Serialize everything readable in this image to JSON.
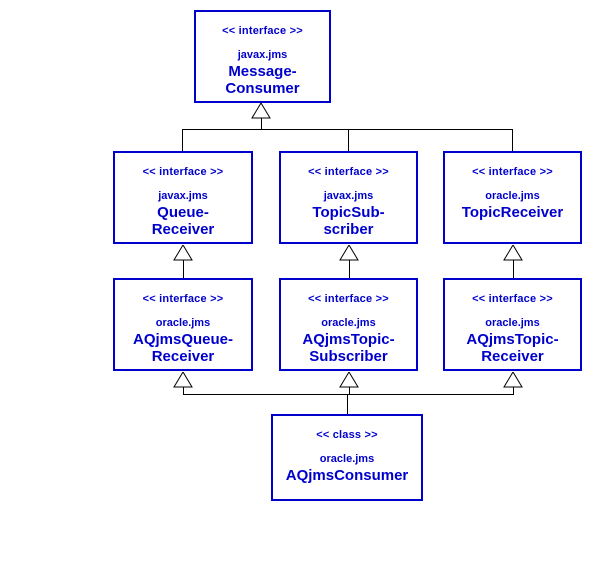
{
  "diagram": {
    "title": "JMS Message Consumer interface hierarchy",
    "type": "uml-class-diagram",
    "colors": {
      "box_border": "#0000cc",
      "text": "#0000cc",
      "connector": "#000000",
      "background": "#ffffff"
    },
    "nodes": [
      {
        "id": "message-consumer",
        "stereotype": "<< interface >>",
        "package": "javax.jms",
        "name": "Message-\nConsumer"
      },
      {
        "id": "queue-receiver",
        "stereotype": "<< interface >>",
        "package": "javax.jms",
        "name": "Queue-\nReceiver"
      },
      {
        "id": "topic-subscriber",
        "stereotype": "<< interface >>",
        "package": "javax.jms",
        "name": "TopicSub-\nscriber"
      },
      {
        "id": "topic-receiver",
        "stereotype": "<< interface >>",
        "package": "oracle.jms",
        "name": "TopicReceiver"
      },
      {
        "id": "aqjms-queue-receiver",
        "stereotype": "<< interface >>",
        "package": "oracle.jms",
        "name": "AQjmsQueue-\nReceiver"
      },
      {
        "id": "aqjms-topic-subscriber",
        "stereotype": "<< interface >>",
        "package": "oracle.jms",
        "name": "AQjmsTopic-\nSubscriber"
      },
      {
        "id": "aqjms-topic-receiver",
        "stereotype": "<< interface >>",
        "package": "oracle.jms",
        "name": "AQjmsTopic-\nReceiver"
      },
      {
        "id": "aqjms-consumer",
        "stereotype": "<< class >>",
        "package": "oracle.jms",
        "name": "AQjmsConsumer"
      }
    ],
    "edges": [
      {
        "from": "queue-receiver",
        "to": "message-consumer",
        "kind": "generalization"
      },
      {
        "from": "topic-subscriber",
        "to": "message-consumer",
        "kind": "generalization"
      },
      {
        "from": "topic-receiver",
        "to": "message-consumer",
        "kind": "generalization"
      },
      {
        "from": "aqjms-queue-receiver",
        "to": "queue-receiver",
        "kind": "generalization"
      },
      {
        "from": "aqjms-topic-subscriber",
        "to": "topic-subscriber",
        "kind": "generalization"
      },
      {
        "from": "aqjms-topic-receiver",
        "to": "topic-receiver",
        "kind": "generalization"
      },
      {
        "from": "aqjms-consumer",
        "to": "aqjms-queue-receiver",
        "kind": "realization"
      },
      {
        "from": "aqjms-consumer",
        "to": "aqjms-topic-subscriber",
        "kind": "realization"
      },
      {
        "from": "aqjms-consumer",
        "to": "aqjms-topic-receiver",
        "kind": "realization"
      }
    ]
  }
}
